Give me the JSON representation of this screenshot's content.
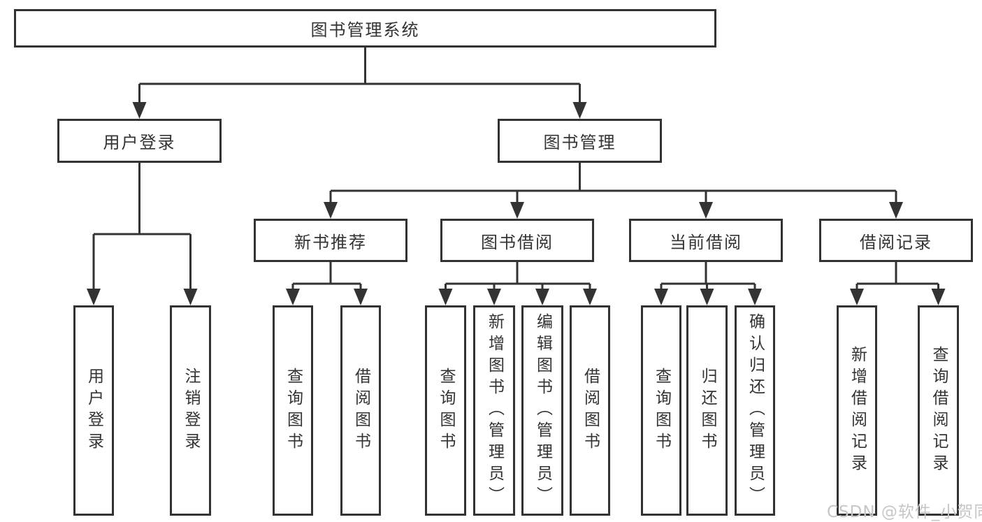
{
  "diagram": {
    "root": {
      "label": "图书管理系统"
    },
    "branches": [
      {
        "label": "用户登录",
        "children": [
          {
            "label": "用户登录"
          },
          {
            "label": "注销登录"
          }
        ]
      },
      {
        "label": "图书管理",
        "groups": [
          {
            "label": "新书推荐",
            "children": [
              {
                "label": "查询图书"
              },
              {
                "label": "借阅图书"
              }
            ]
          },
          {
            "label": "图书借阅",
            "children": [
              {
                "label": "查询图书"
              },
              {
                "label": "新增图书（管理员）"
              },
              {
                "label": "编辑图书（管理员）"
              },
              {
                "label": "借阅图书"
              }
            ]
          },
          {
            "label": "当前借阅",
            "children": [
              {
                "label": "查询图书"
              },
              {
                "label": "归还图书"
              },
              {
                "label": "确认归还（管理员）"
              }
            ]
          },
          {
            "label": "借阅记录",
            "children": [
              {
                "label": "新增借阅记录"
              },
              {
                "label": "查询借阅记录"
              }
            ]
          }
        ]
      }
    ]
  },
  "watermark": {
    "text": "CSDN @软件_小贺同学",
    "color": "#c6c6c6"
  },
  "colors": {
    "line": "#333333",
    "text": "#333333",
    "box_fill": "#ffffff",
    "background": "#ffffff"
  }
}
